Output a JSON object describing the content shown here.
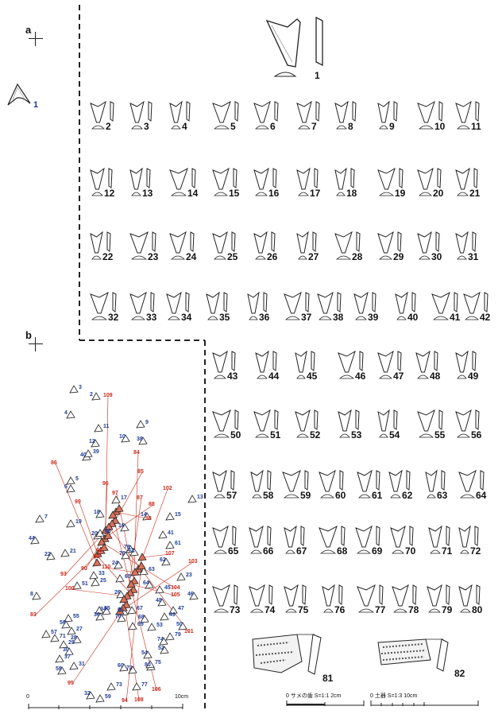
{
  "panels": {
    "a_label": "a",
    "b_label": "b",
    "a_specimen_number": "1"
  },
  "specimens": {
    "featured_number": "1",
    "rows": [
      [
        "2",
        "3",
        "4",
        "5",
        "6",
        "7",
        "8",
        "9",
        "10",
        "11"
      ],
      [
        "12",
        "13",
        "14",
        "15",
        "16",
        "17",
        "18",
        "19",
        "20",
        "21"
      ],
      [
        "22",
        "23",
        "24",
        "25",
        "26",
        "27",
        "28",
        "29",
        "30",
        "31"
      ],
      [
        "32",
        "33",
        "34",
        "35",
        "36",
        "37",
        "38",
        "39",
        "40",
        "41",
        "42"
      ],
      [
        "43",
        "44",
        "45",
        "46",
        "47",
        "48",
        "49"
      ],
      [
        "50",
        "51",
        "52",
        "53",
        "54",
        "55",
        "56"
      ],
      [
        "57",
        "58",
        "59",
        "60",
        "61",
        "62",
        "63",
        "64"
      ],
      [
        "65",
        "66",
        "67",
        "68",
        "69",
        "70",
        "71",
        "72"
      ],
      [
        "73",
        "74",
        "75",
        "76",
        "77",
        "78",
        "79",
        "80"
      ]
    ],
    "artifact_81": "81",
    "artifact_82": "82"
  },
  "distribution_map": {
    "blue_labels": [
      "3",
      "2",
      "4",
      "11",
      "9",
      "12",
      "10",
      "38",
      "40",
      "39",
      "5",
      "6",
      "18",
      "17",
      "14",
      "15",
      "13",
      "7",
      "19",
      "16",
      "41",
      "44",
      "20",
      "43",
      "61",
      "21",
      "22",
      "62",
      "33",
      "23",
      "51",
      "25",
      "65",
      "64",
      "46",
      "8",
      "55",
      "56",
      "57",
      "71",
      "28",
      "27",
      "29",
      "30",
      "37",
      "31",
      "58",
      "32",
      "59",
      "73",
      "60",
      "72",
      "80",
      "77",
      "54",
      "75",
      "52",
      "79",
      "74",
      "53",
      "50",
      "47",
      "49",
      "70",
      "68",
      "66",
      "67",
      "69",
      "48",
      "45",
      "63",
      "26",
      "24",
      "35",
      "36",
      "34",
      "42",
      "78",
      "76"
    ],
    "red_labels": [
      "109",
      "84",
      "86",
      "96",
      "85",
      "102",
      "99",
      "97",
      "87",
      "88",
      "98",
      "91",
      "92",
      "107",
      "103",
      "93",
      "110",
      "100",
      "104",
      "105",
      "90",
      "101",
      "83",
      "95",
      "94",
      "108",
      "106"
    ]
  },
  "scales": {
    "map_zero": "0",
    "map_end": "10cm",
    "tooth_scale_text": "0    サメの歯  S=1:1  2cm",
    "pottery_scale_text": "0        土器  S=1:3        10cm"
  },
  "colors": {
    "blue_label": "#1f3d99",
    "red_label": "#cc2a1a",
    "red_fill": "#d9715a",
    "ink": "#222222"
  }
}
